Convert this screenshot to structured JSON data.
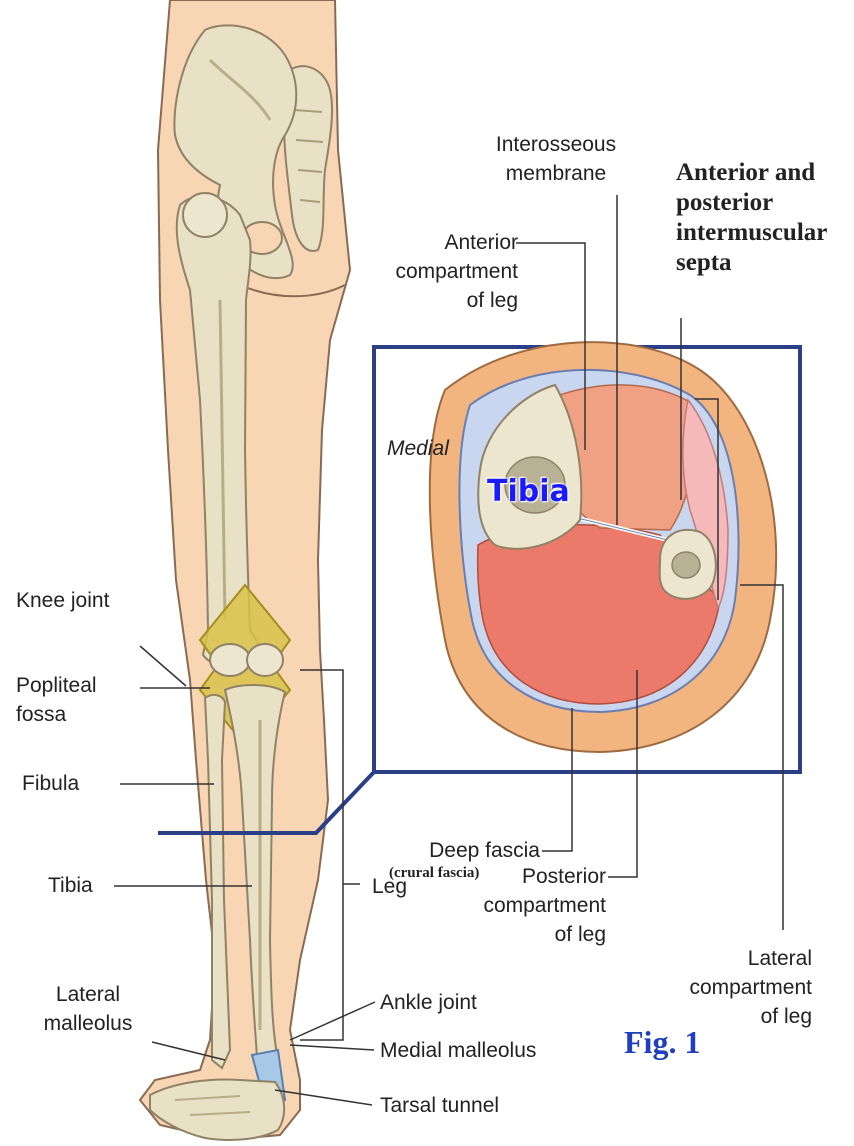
{
  "colors": {
    "skin": "#f8d6b4",
    "skin_outline": "#8a6a52",
    "bone": "#e8e1c6",
    "bone_shadow": "#b9ad86",
    "joint_capsule": "#d9c24a",
    "box_border": "#2b3f86",
    "fascia_outer": "#f3b580",
    "muscle_anterior": "#f0a184",
    "muscle_posterior": "#ec7a6a",
    "muscle_lateral": "#f6b9b9",
    "membrane": "#c8d6f0",
    "tibia_label": "#1a1aff",
    "fig_label": "#1f3fbf",
    "leader": "#333333"
  },
  "labels": {
    "interosseous": [
      "Interosseous",
      "membrane"
    ],
    "anterior_compartment": [
      "Anterior",
      "compartment",
      "of leg"
    ],
    "septa": [
      "Anterior and",
      "posterior",
      "intermuscular",
      "septa"
    ],
    "medial": "Medial",
    "tibia_cross": "Tibia",
    "knee_joint": "Knee joint",
    "popliteal": [
      "Popliteal",
      "fossa"
    ],
    "fibula": "Fibula",
    "tibia_leg": "Tibia",
    "deep_fascia": "Deep fascia",
    "crural_fascia": "(crural fascia)",
    "posterior_compartment": [
      "Posterior",
      "compartment",
      "of leg"
    ],
    "leg": "Leg",
    "lateral_compartment": [
      "Lateral",
      "compartment",
      "of leg"
    ],
    "lateral_malleolus": [
      "Lateral",
      "malleolus"
    ],
    "ankle_joint": "Ankle joint",
    "medial_malleolus": "Medial malleolus",
    "tarsal_tunnel": "Tarsal tunnel",
    "fig": "Fig. 1"
  }
}
